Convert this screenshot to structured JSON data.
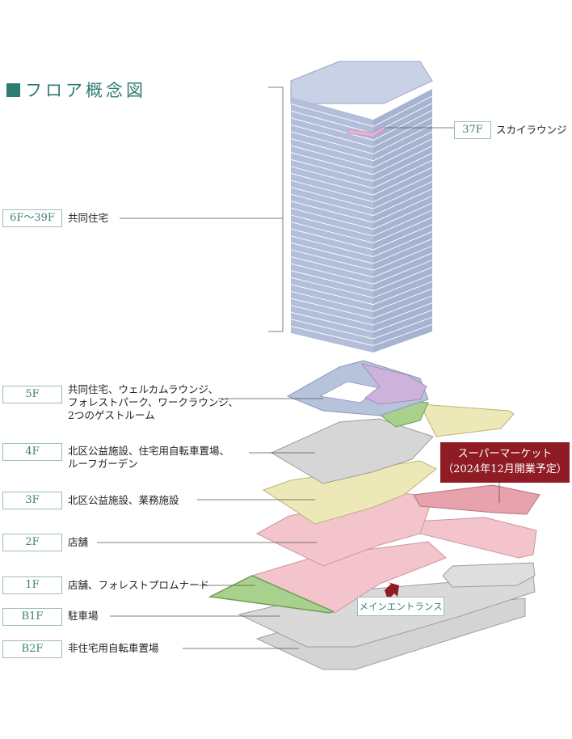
{
  "title": "フロア概念図",
  "floors": [
    {
      "id": "37f",
      "label": "37F",
      "desc": [
        "スカイラウンジ"
      ]
    },
    {
      "id": "6-39f",
      "label": "6F～39F",
      "desc": [
        "共同住宅"
      ]
    },
    {
      "id": "5f",
      "label": "5F",
      "desc": [
        "共同住宅、ウェルカムラウンジ、",
        "フォレストパーク、ワークラウンジ、",
        "2つのゲストルーム"
      ]
    },
    {
      "id": "4f",
      "label": "4F",
      "desc": [
        "北区公益施設、住宅用自転車置場、",
        "ルーフガーデン"
      ]
    },
    {
      "id": "3f",
      "label": "3F",
      "desc": [
        "北区公益施設、業務施設"
      ]
    },
    {
      "id": "2f",
      "label": "2F",
      "desc": [
        "店舗"
      ]
    },
    {
      "id": "1f",
      "label": "1F",
      "desc": [
        "店舗、フォレストプロムナード"
      ]
    },
    {
      "id": "b1f",
      "label": "B1F",
      "desc": [
        "駐車場"
      ]
    },
    {
      "id": "b2f",
      "label": "B2F",
      "desc": [
        "非住宅用自転車置場"
      ]
    }
  ],
  "supermarket": {
    "line1": "スーパーマーケット",
    "line2": "（2024年12月開業予定）"
  },
  "entrance": "メインエントランス",
  "colors": {
    "accent": "#2e7b72",
    "tower": "#b7c2dc",
    "lounge": "#e2b3d6",
    "residence_5f": "#b7c2dc",
    "purple": "#cdb3dc",
    "green": "#a9d18e",
    "beige": "#ede8b7",
    "gray": "#d6d6d6",
    "pink": "#f3c4cc",
    "red_pink": "#e7a2ad",
    "supermarket_box": "#8f1c24"
  }
}
